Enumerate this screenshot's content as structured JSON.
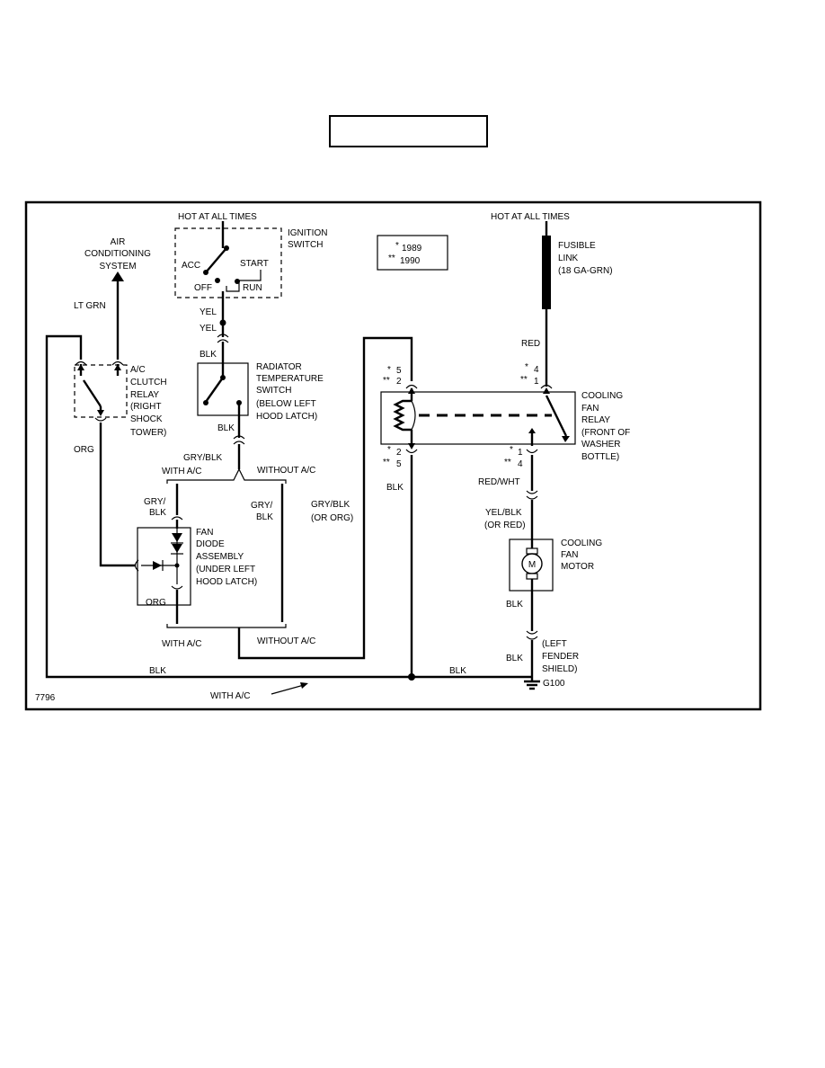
{
  "title_box": "",
  "figure_id": "7796",
  "power": {
    "left": "HOT AT ALL TIMES",
    "right": "HOT AT ALL TIMES"
  },
  "legend": {
    "star1": "*",
    "year1": "1989",
    "star2": "**",
    "year2": "1990"
  },
  "ignition": {
    "name_1": "IGNITION",
    "name_2": "SWITCH",
    "acc": "ACC",
    "start": "START",
    "off": "OFF",
    "run": "RUN"
  },
  "ac_system": {
    "line_1": "AIR",
    "line_2": "CONDITIONING",
    "line_3": "SYSTEM"
  },
  "clutch_relay": {
    "line_1": "A/C",
    "line_2": "CLUTCH",
    "line_3": "RELAY",
    "line_4": "(RIGHT",
    "line_5": "SHOCK",
    "line_6": "TOWER)"
  },
  "radiator_switch": {
    "line_1": "RADIATOR",
    "line_2": "TEMPERATURE",
    "line_3": "SWITCH",
    "line_4": "(BELOW LEFT",
    "line_5": "HOOD LATCH)"
  },
  "diode": {
    "line_1": "FAN",
    "line_2": "DIODE",
    "line_3": "ASSEMBLY",
    "line_4": "(UNDER LEFT",
    "line_5": "HOOD LATCH)"
  },
  "fusible_link": {
    "line_1": "FUSIBLE",
    "line_2": "LINK",
    "line_3": "(18 GA-GRN)"
  },
  "fan_relay": {
    "line_1": "COOLING",
    "line_2": "FAN",
    "line_3": "RELAY",
    "line_4": "(FRONT OF",
    "line_5": "WASHER",
    "line_6": "BOTTLE)"
  },
  "fan_motor": {
    "line_1": "COOLING",
    "line_2": "FAN",
    "line_3": "MOTOR",
    "symbol": "M"
  },
  "ground": {
    "line_1": "(LEFT",
    "line_2": "FENDER",
    "line_3": "SHIELD)",
    "id": "G100"
  },
  "pins": {
    "left_top_star": "*",
    "left_top_a": "5",
    "left_top_star2": "**",
    "left_top_b": "2",
    "left_bot_star": "*",
    "left_bot_a": "2",
    "left_bot_star2": "**",
    "left_bot_b": "5",
    "right_top_star": "*",
    "right_top_a": "4",
    "right_top_star2": "**",
    "right_top_b": "1",
    "right_bot_star": "*",
    "right_bot_a": "1",
    "right_bot_star2": "**",
    "right_bot_b": "4"
  },
  "wires": {
    "yel_1": "YEL",
    "yel_2": "YEL",
    "blk_rad_top": "BLK",
    "blk_rad_bot": "BLK",
    "lt_grn": "LT GRN",
    "org_left": "ORG",
    "gry_blk_top": "GRY/BLK",
    "gry_blk_diode_1": "GRY/",
    "gry_blk_diode_2": "BLK",
    "gry_blk_mid_1": "GRY/",
    "gry_blk_mid_2": "BLK",
    "gry_blk_or_org_1": "GRY/BLK",
    "gry_blk_or_org_2": "(OR ORG)",
    "org_diode": "ORG",
    "blk_bottom": "BLK",
    "blk_ground": "BLK",
    "blk_relay": "BLK",
    "red": "RED",
    "red_wht": "RED/WHT",
    "yel_blk_1": "YEL/BLK",
    "yel_blk_2": "(OR RED)",
    "blk_motor_1": "BLK",
    "blk_motor_2": "BLK"
  },
  "options": {
    "with_ac_top": "WITH A/C",
    "without_ac_top": "WITHOUT A/C",
    "with_ac_bot": "WITH A/C",
    "without_ac_bot": "WITHOUT A/C",
    "with_ac_arrow": "WITH A/C"
  }
}
